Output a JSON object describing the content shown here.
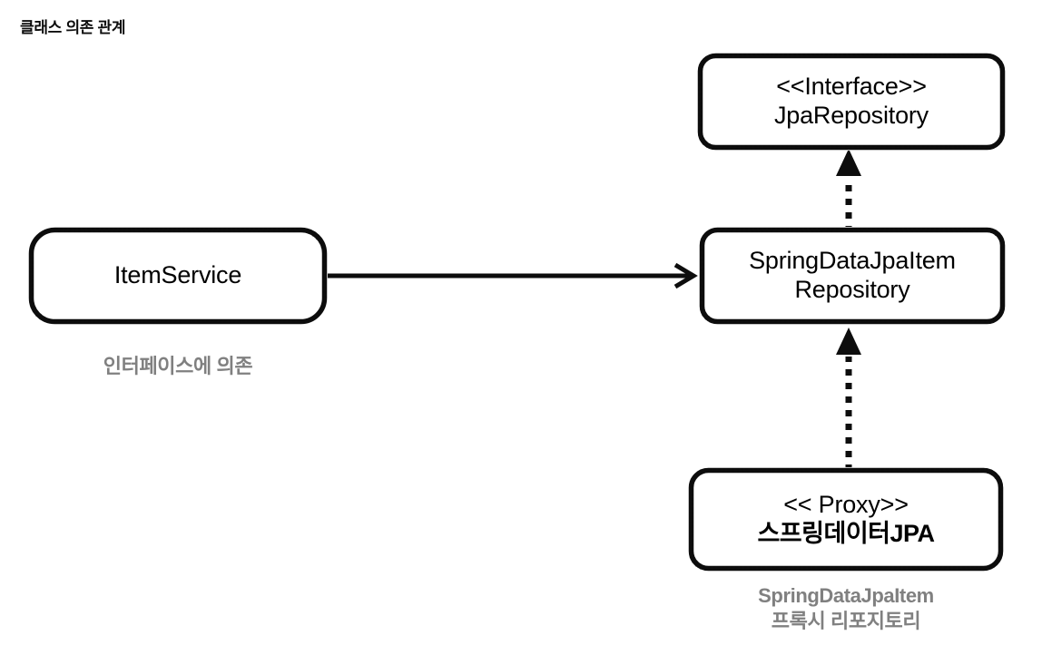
{
  "title": "클래스 의존 관계",
  "colors": {
    "stroke": "#0d0d0d",
    "text": "#000000",
    "caption": "#808080",
    "background": "#ffffff"
  },
  "nodes": {
    "jpa_repository": {
      "stereotype": "<<Interface>>",
      "name": "JpaRepository"
    },
    "item_service": {
      "name": "ItemService"
    },
    "spring_data_jpa_item_repository": {
      "name_line1": "SpringDataJpaItem",
      "name_line2": "Repository"
    },
    "proxy": {
      "stereotype": "<< Proxy>>",
      "name": "스프링데이터JPA"
    }
  },
  "captions": {
    "item_service": "인터페이스에 의존",
    "proxy_line1": "SpringDataJpaItem",
    "proxy_line2": "프록시 리포지토리"
  },
  "connectors": {
    "uses": {
      "from": "ItemService",
      "to": "SpringDataJpaItemRepository",
      "style": "solid",
      "arrowhead": "open"
    },
    "implements": {
      "from": "SpringDataJpaItemRepository",
      "to": "JpaRepository",
      "style": "dashed",
      "arrowhead": "filled-triangle"
    },
    "proxy_implements": {
      "from": "스프링데이터JPA",
      "to": "SpringDataJpaItemRepository",
      "style": "dashed",
      "arrowhead": "filled-triangle"
    }
  }
}
